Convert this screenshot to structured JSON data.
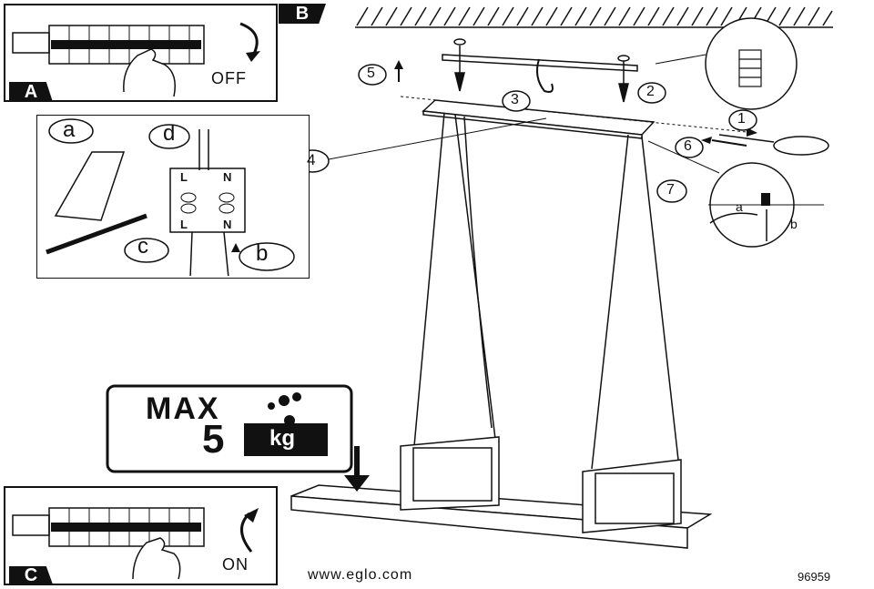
{
  "panels": {
    "a": {
      "tag": "A",
      "state": "OFF"
    },
    "b": {
      "tag": "B"
    },
    "c": {
      "tag": "C",
      "state": "ON"
    }
  },
  "wiring": {
    "label_a": "a",
    "label_b": "b",
    "label_c": "c",
    "label_d": "d",
    "terminal_top_l": "L",
    "terminal_top_n": "N",
    "terminal_bottom_l": "L",
    "terminal_bottom_n": "N"
  },
  "steps": [
    "1",
    "2",
    "3",
    "4",
    "5",
    "6",
    "7"
  ],
  "detail7": {
    "label_a": "a",
    "label_b": "b"
  },
  "max_load": {
    "max_text": "MAX",
    "value": "5",
    "unit": "kg"
  },
  "footer": {
    "website": "www.eglo.com",
    "code": "96959"
  }
}
